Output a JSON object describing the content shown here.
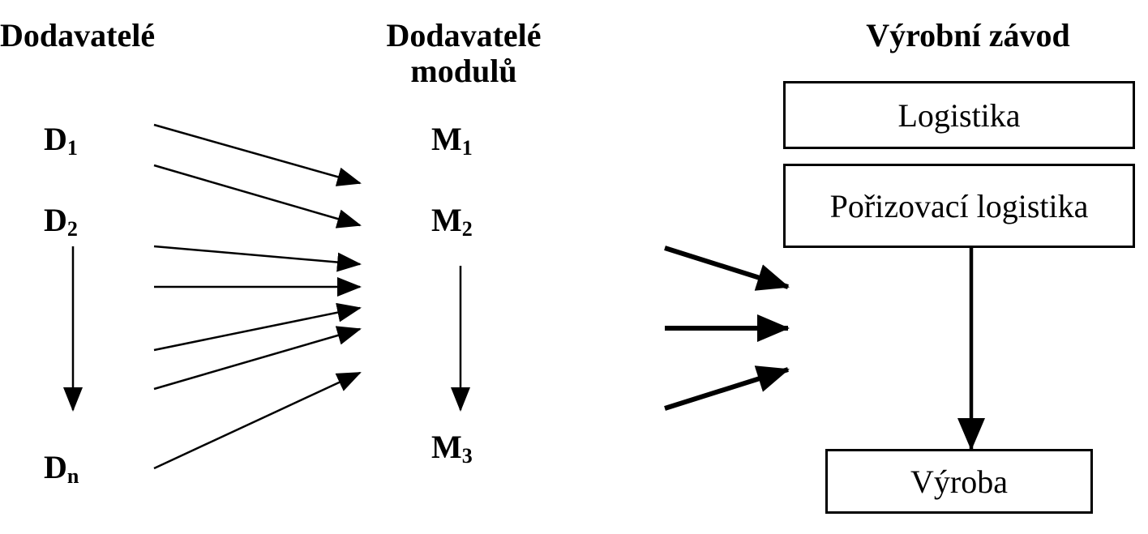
{
  "headers": {
    "suppliers": "Dodavatelé",
    "module_suppliers_line1": "Dodavatelé",
    "module_suppliers_line2": "modulů",
    "plant": "Výrobní závod"
  },
  "suppliers": [
    {
      "letter": "D",
      "sub": "1"
    },
    {
      "letter": "D",
      "sub": "2"
    },
    {
      "letter": "D",
      "sub": "n"
    }
  ],
  "modules": [
    {
      "letter": "M",
      "sub": "1"
    },
    {
      "letter": "M",
      "sub": "2"
    },
    {
      "letter": "M",
      "sub": "3"
    }
  ],
  "boxes": {
    "logistics": "Logistika",
    "procurement_logistics": "Pořizovací logistika",
    "production": "Výroba"
  }
}
